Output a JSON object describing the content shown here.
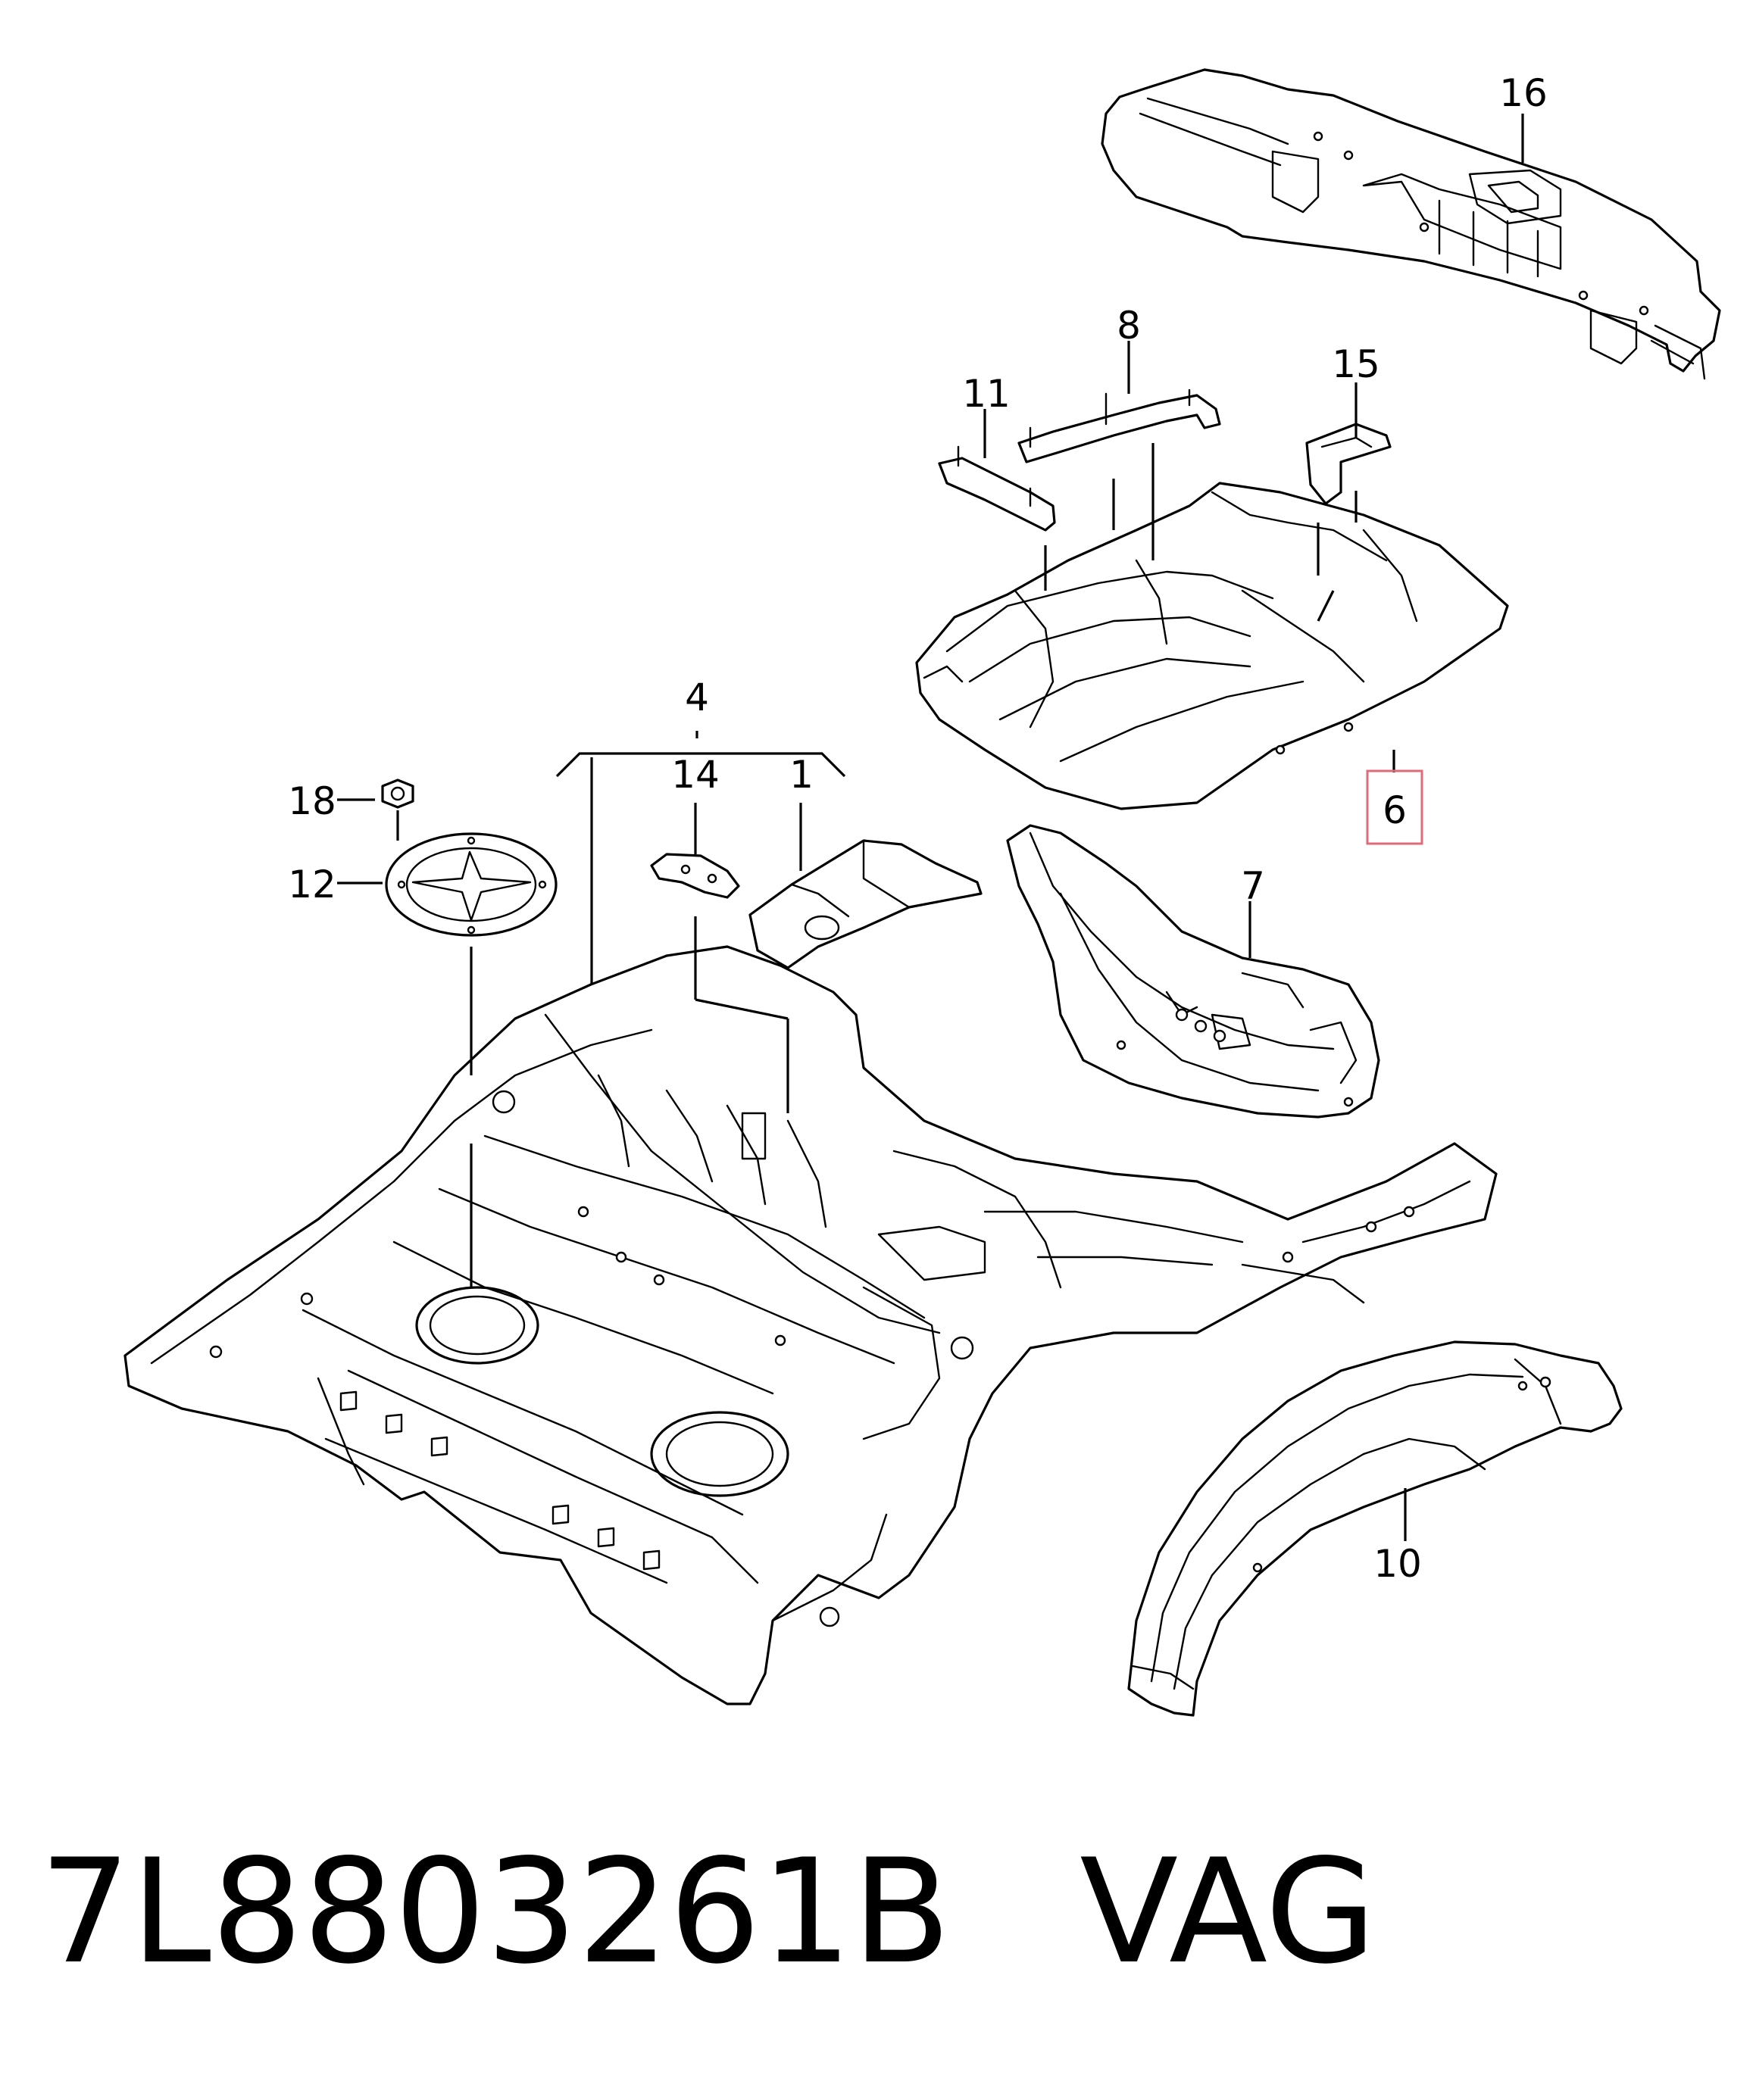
{
  "callouts": {
    "c1": "1",
    "c4": "4",
    "c6": "6",
    "c7": "7",
    "c8": "8",
    "c10": "10",
    "c11": "11",
    "c12": "12",
    "c14": "14",
    "c15": "15",
    "c16": "16",
    "c18": "18"
  },
  "highlighted_callout": "6",
  "highlight_color": "#e06a78",
  "footer": {
    "part_number": "7L8803261B",
    "brand": "VAG"
  }
}
